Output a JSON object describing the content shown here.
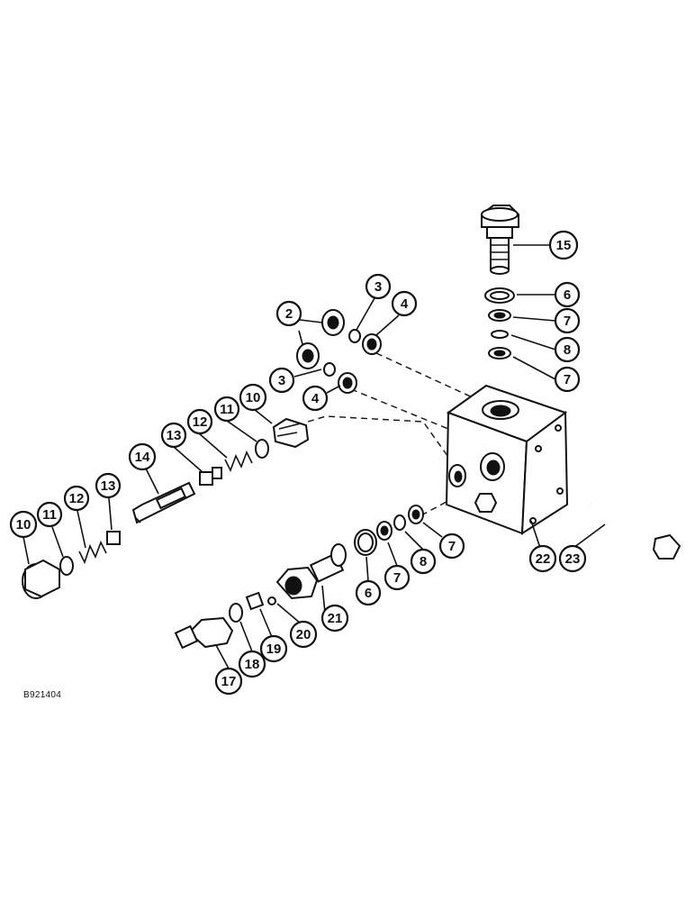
{
  "figure_code": "B921404",
  "callouts": [
    {
      "id": "c2",
      "label": "2"
    },
    {
      "id": "c3a",
      "label": "3"
    },
    {
      "id": "c4a",
      "label": "4"
    },
    {
      "id": "c3b",
      "label": "3"
    },
    {
      "id": "c4b",
      "label": "4"
    },
    {
      "id": "c15",
      "label": "15"
    },
    {
      "id": "c6a",
      "label": "6"
    },
    {
      "id": "c7a",
      "label": "7"
    },
    {
      "id": "c8a",
      "label": "8"
    },
    {
      "id": "c7b",
      "label": "7"
    },
    {
      "id": "c10a",
      "label": "10"
    },
    {
      "id": "c11a",
      "label": "11"
    },
    {
      "id": "c12a",
      "label": "12"
    },
    {
      "id": "c13a",
      "label": "13"
    },
    {
      "id": "c14",
      "label": "14"
    },
    {
      "id": "c10b",
      "label": "10"
    },
    {
      "id": "c11b",
      "label": "11"
    },
    {
      "id": "c12b",
      "label": "12"
    },
    {
      "id": "c13b",
      "label": "13"
    },
    {
      "id": "c22",
      "label": "22"
    },
    {
      "id": "c23",
      "label": "23"
    },
    {
      "id": "c6b",
      "label": "6"
    },
    {
      "id": "c7c",
      "label": "7"
    },
    {
      "id": "c8b",
      "label": "8"
    },
    {
      "id": "c7d",
      "label": "7"
    },
    {
      "id": "c21",
      "label": "21"
    },
    {
      "id": "c20",
      "label": "20"
    },
    {
      "id": "c19",
      "label": "19"
    },
    {
      "id": "c18",
      "label": "18"
    },
    {
      "id": "c17",
      "label": "17"
    }
  ]
}
